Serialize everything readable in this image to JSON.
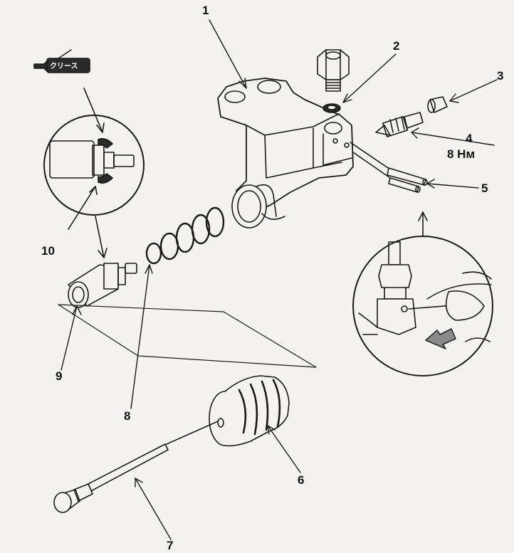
{
  "diagram": {
    "callouts": [
      {
        "id": "1",
        "text": "1"
      },
      {
        "id": "2",
        "text": "2"
      },
      {
        "id": "3",
        "text": "3"
      },
      {
        "id": "4",
        "text": "4"
      },
      {
        "id": "4t",
        "text": "8 Нм"
      },
      {
        "id": "5",
        "text": "5"
      },
      {
        "id": "6",
        "text": "6"
      },
      {
        "id": "7",
        "text": "7"
      },
      {
        "id": "8",
        "text": "8"
      },
      {
        "id": "9",
        "text": "9"
      },
      {
        "id": "10",
        "text": "10"
      }
    ],
    "grease_tube_label": "クリース"
  },
  "colors": {
    "line": "#1a1a1a",
    "paper": "#f4f3f1",
    "shade": "#8a8a8a",
    "dark": "#2a2a2a"
  },
  "icons": {
    "grease": "grease-tube-icon",
    "direction": "push-arrow-icon"
  }
}
